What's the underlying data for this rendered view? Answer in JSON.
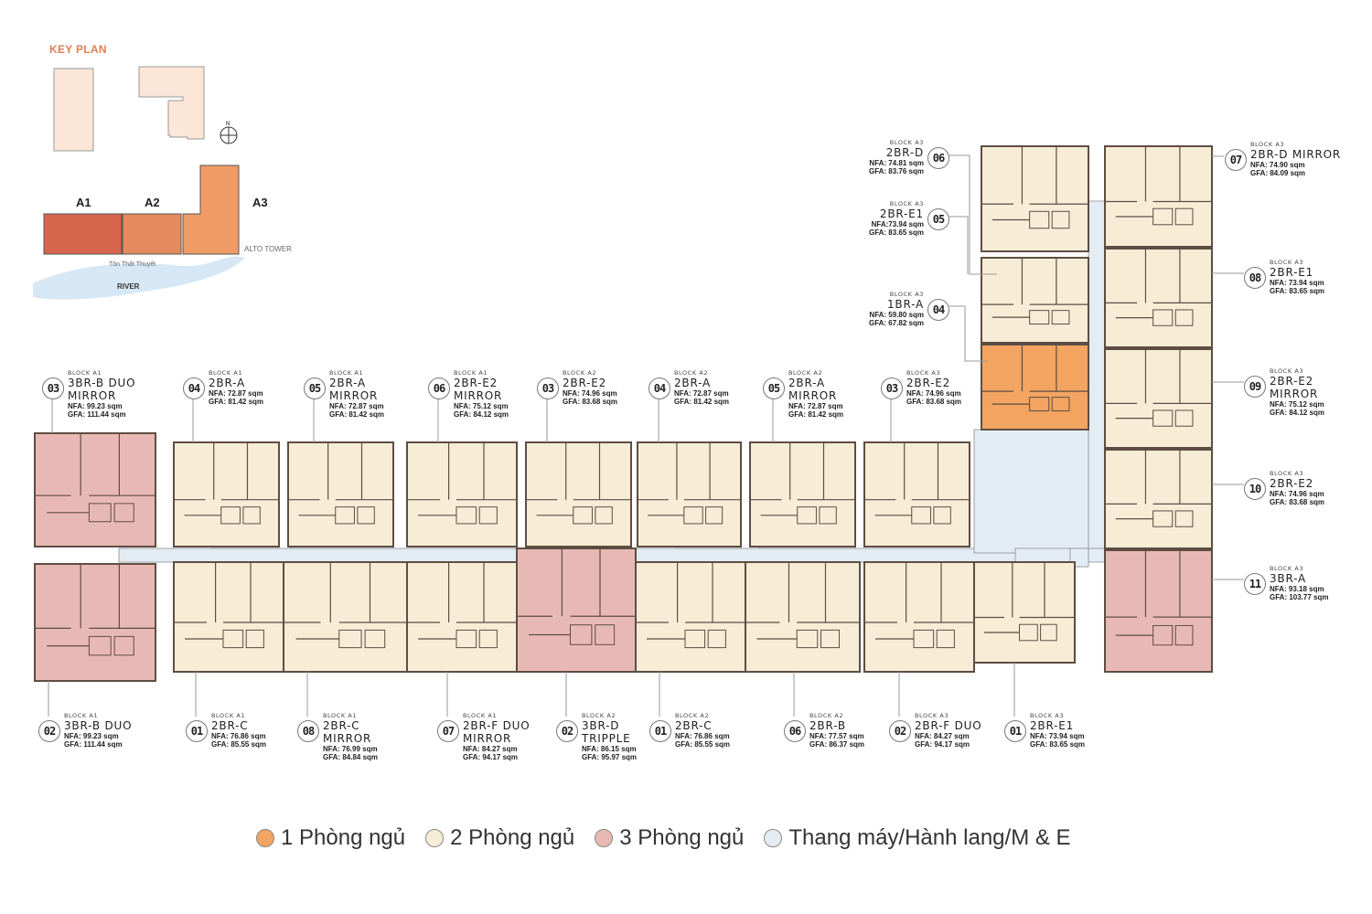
{
  "key_plan": {
    "title": "KEY PLAN",
    "blocks": [
      "A1",
      "A2",
      "A3"
    ],
    "tower": "ALTO TOWER",
    "street": "Tôn Thất Thuyết",
    "river": "RIVER",
    "compass": "N"
  },
  "colors": {
    "one_bed": "#f2a460",
    "two_bed": "#f7edd6",
    "three_bed": "#e8b9b4",
    "core": "#e4ecf3",
    "wall": "#5e4d43"
  },
  "units": [
    {
      "no": "03",
      "block": "BLOCK A1",
      "type": "3BR-B DUO",
      "type2": "MIRROR",
      "nfa": "NFA: 99.23 sqm",
      "gfa": "GFA: 111.44 sqm"
    },
    {
      "no": "04",
      "block": "BLOCK A1",
      "type": "2BR-A",
      "nfa": "NFA: 72.87 sqm",
      "gfa": "GFA: 81.42 sqm"
    },
    {
      "no": "05",
      "block": "BLOCK A1",
      "type": "2BR-A",
      "type2": "MIRROR",
      "nfa": "NFA: 72.87 sqm",
      "gfa": "GFA: 81.42 sqm"
    },
    {
      "no": "06",
      "block": "BLOCK A1",
      "type": "2BR-E2",
      "type2": "MIRROR",
      "nfa": "NFA: 75.12 sqm",
      "gfa": "GFA: 84.12 sqm"
    },
    {
      "no": "03",
      "block": "BLOCK A2",
      "type": "2BR-E2",
      "nfa": "NFA: 74.96 sqm",
      "gfa": "GFA: 83.68 sqm"
    },
    {
      "no": "04",
      "block": "BLOCK A2",
      "type": "2BR-A",
      "nfa": "NFA: 72.87 sqm",
      "gfa": "GFA: 81.42 sqm"
    },
    {
      "no": "05",
      "block": "BLOCK A2",
      "type": "2BR-A",
      "type2": "MIRROR",
      "nfa": "NFA: 72.87 sqm",
      "gfa": "GFA: 81.42 sqm"
    },
    {
      "no": "03",
      "block": "BLOCK A3",
      "type": "2BR-E2",
      "nfa": "NFA: 74.96 sqm",
      "gfa": "GFA: 83.68 sqm"
    },
    {
      "no": "02",
      "block": "BLOCK A1",
      "type": "3BR-B DUO",
      "nfa": "NFA: 99.23 sqm",
      "gfa": "GFA: 111.44 sqm"
    },
    {
      "no": "01",
      "block": "BLOCK A1",
      "type": "2BR-C",
      "nfa": "NFA: 76.86 sqm",
      "gfa": "GFA: 85.55 sqm"
    },
    {
      "no": "08",
      "block": "BLOCK A1",
      "type": "2BR-C",
      "type2": "MIRROR",
      "nfa": "NFA: 76.99 sqm",
      "gfa": "GFA: 84.84 sqm"
    },
    {
      "no": "07",
      "block": "BLOCK A1",
      "type": "2BR-F DUO",
      "type2": "MIRROR",
      "nfa": "NFA: 84.27 sqm",
      "gfa": "GFA: 94.17 sqm"
    },
    {
      "no": "02",
      "block": "BLOCK A2",
      "type": "3BR-D",
      "type2": "TRIPPLE",
      "nfa": "NFA: 86.15 sqm",
      "gfa": "GFA: 95.97 sqm"
    },
    {
      "no": "01",
      "block": "BLOCK A2",
      "type": "2BR-C",
      "nfa": "NFA: 76.86 sqm",
      "gfa": "GFA: 85.55 sqm"
    },
    {
      "no": "06",
      "block": "BLOCK A2",
      "type": "2BR-B",
      "nfa": "NFA: 77.57 sqm",
      "gfa": "GFA: 86.37 sqm"
    },
    {
      "no": "02",
      "block": "BLOCK A3",
      "type": "2BR-F DUO",
      "nfa": "NFA: 84.27 sqm",
      "gfa": "GFA: 94.17 sqm"
    },
    {
      "no": "01",
      "block": "BLOCK A3",
      "type": "2BR-E1",
      "nfa": "NFA: 73.94 sqm",
      "gfa": "GFA: 83.65 sqm"
    },
    {
      "no": "06",
      "block": "BLOCK A3",
      "type": "2BR-D",
      "nfa": "NFA: 74.81 sqm",
      "gfa": "GFA: 83.76 sqm"
    },
    {
      "no": "05",
      "block": "BLOCK A3",
      "type": "2BR-E1",
      "nfa": "NFA:73.94 sqm",
      "gfa": "GFA: 83.65 sqm"
    },
    {
      "no": "04",
      "block": "BLOCK A3",
      "type": "1BR-A",
      "nfa": "NFA: 59.80 sqm",
      "gfa": "GFA: 67.82 sqm"
    },
    {
      "no": "07",
      "block": "BLOCK A3",
      "type": "2BR-D MIRROR",
      "nfa": "NFA: 74.90 sqm",
      "gfa": "GFA: 84.09 sqm"
    },
    {
      "no": "08",
      "block": "BLOCK A3",
      "type": "2BR-E1",
      "nfa": "NFA: 73.94 sqm",
      "gfa": "GFA: 83.65 sqm"
    },
    {
      "no": "09",
      "block": "BLOCK A3",
      "type": "2BR-E2",
      "type2": "MIRROR",
      "nfa": "NFA: 75.12 sqm",
      "gfa": "GFA: 84.12 sqm"
    },
    {
      "no": "10",
      "block": "BLOCK A3",
      "type": "2BR-E2",
      "nfa": "NFA: 74.96 sqm",
      "gfa": "GFA: 83.68 sqm"
    },
    {
      "no": "11",
      "block": "BLOCK A3",
      "type": "3BR-A",
      "nfa": "NFA: 93.18 sqm",
      "gfa": "GFA: 103.77 sqm"
    }
  ],
  "legend": [
    {
      "label": "1 Phòng ngủ",
      "color": "#f2a460"
    },
    {
      "label": "2 Phòng ngủ",
      "color": "#f7edd6"
    },
    {
      "label": "3 Phòng ngủ",
      "color": "#e8b9b4"
    },
    {
      "label": "Thang máy/Hành lang/M & E",
      "color": "#e4ecf3"
    }
  ]
}
